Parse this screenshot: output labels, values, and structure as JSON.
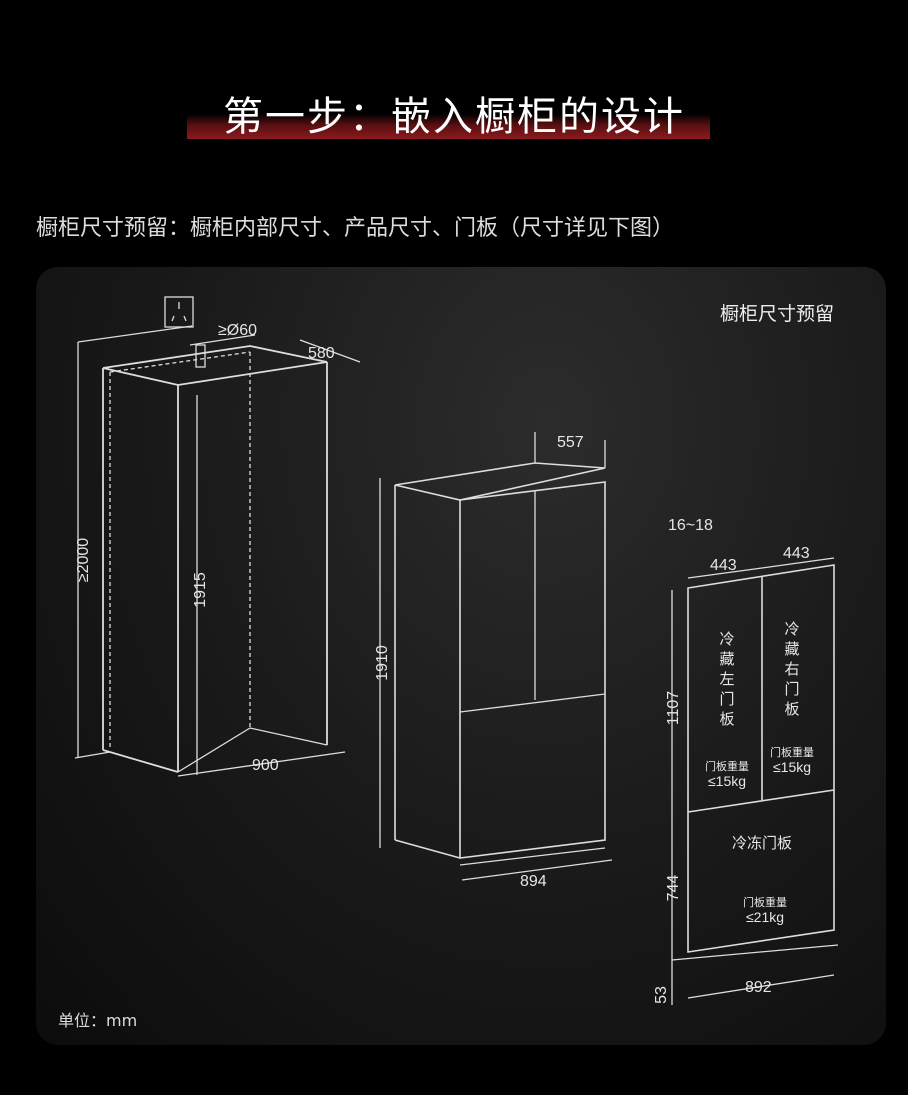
{
  "header": {
    "title": "第一步：嵌入橱柜的设计",
    "subtitle": "橱柜尺寸预留：橱柜内部尺寸、产品尺寸、门板（尺寸详见下图）"
  },
  "panel": {
    "label": "橱柜尺寸预留",
    "unit": "单位：mm"
  },
  "cabinet": {
    "pipe": "≥Ø60",
    "depth": "580",
    "height": "≥2000",
    "inner_height": "1915",
    "width": "900"
  },
  "fridge": {
    "depth": "557",
    "height": "1910",
    "width": "894"
  },
  "doors": {
    "gap": "16~18",
    "left_width": "443",
    "right_width": "443",
    "upper_height": "1107",
    "lower_height": "744",
    "base_height": "53",
    "total_width": "892",
    "left_door": [
      "冷",
      "藏",
      "左",
      "门",
      "板"
    ],
    "right_door": [
      "冷",
      "藏",
      "右",
      "门",
      "板"
    ],
    "left_weight_label": "门板重量",
    "left_weight": "≤15kg",
    "right_weight_label": "门板重量",
    "right_weight": "≤15kg",
    "freezer_label": "冷冻门板",
    "freezer_weight_label": "门板重量",
    "freezer_weight": "≤21kg"
  },
  "colors": {
    "accent": "#8b1a1e",
    "line": "#e0e0e0"
  }
}
